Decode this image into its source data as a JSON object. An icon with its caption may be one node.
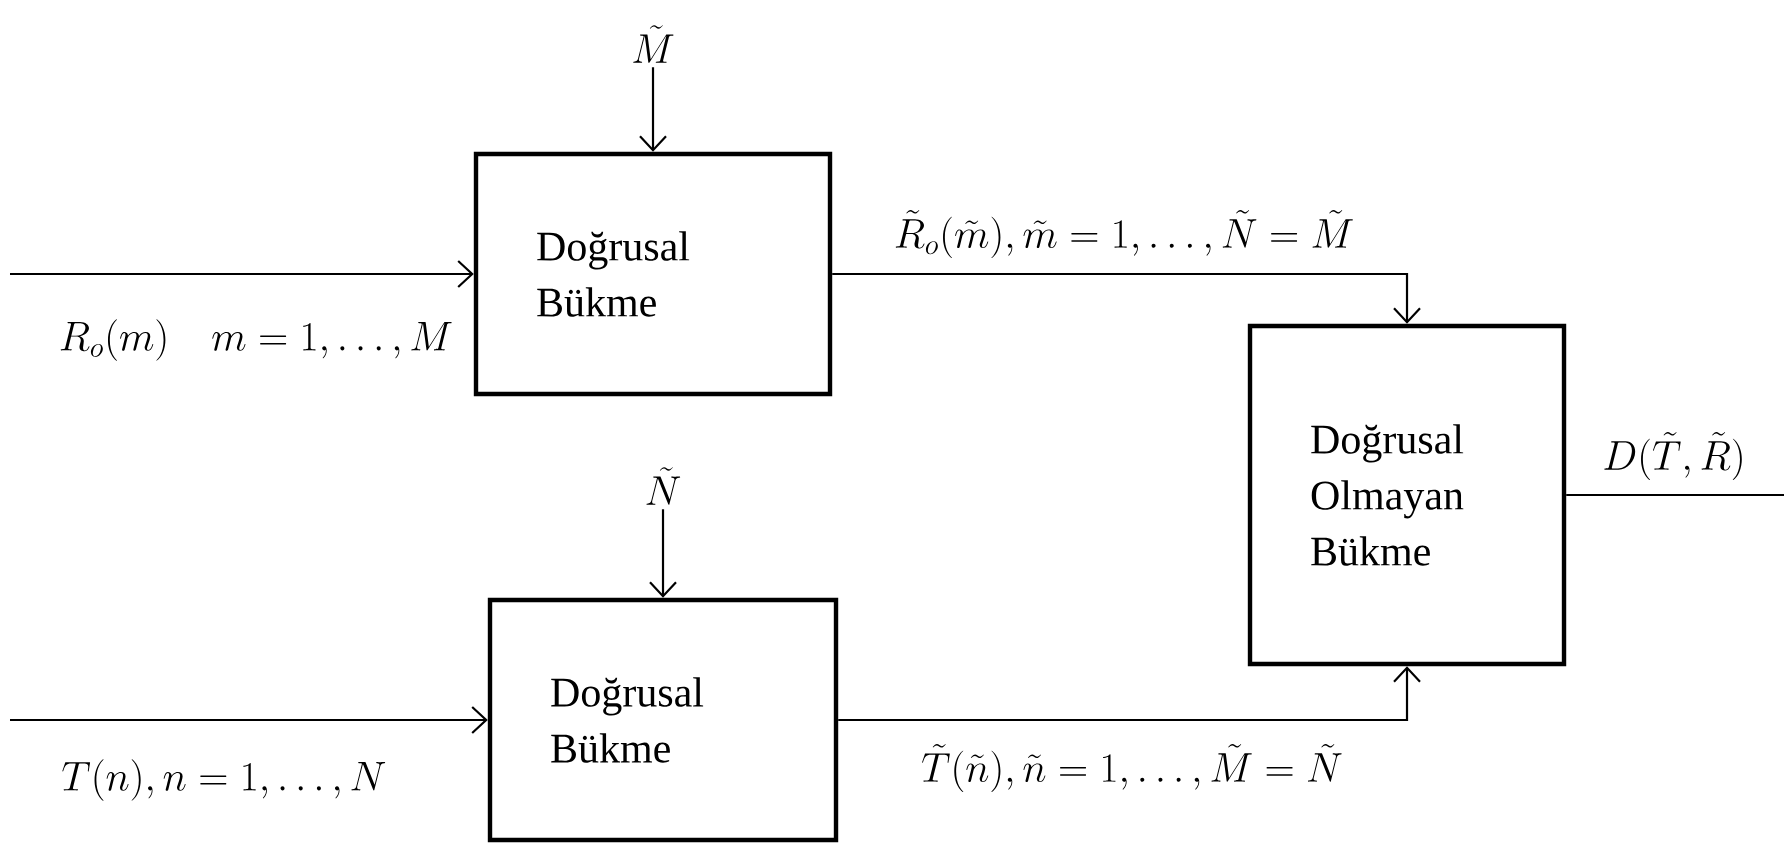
{
  "diagram": {
    "nodes": [
      {
        "text": [
          "Doğrusal Bükme"
        ]
      },
      {
        "text": [
          "Doğrusal Bükme"
        ]
      },
      {
        "text": [
          "Doğrusal Olmayan Bükme"
        ]
      },
      {
        "text": [
          "\\tilde{M}"
        ]
      },
      {
        "text": [
          "\\tilde{N}"
        ]
      }
    ],
    "edges": [
      {
        "from": null,
        "to": 0,
        "arrow": "to",
        "label": "R_o(m)\\quad m=1,\\ldots,M"
      },
      {
        "from": 3,
        "to": 0,
        "arrow": "to"
      },
      {
        "from": null,
        "to": 1,
        "arrow": "to",
        "label": "T(n),n=1,\\ldots,N"
      },
      {
        "from": 4,
        "to": 1,
        "arrow": "to"
      },
      {
        "from": 0,
        "to": 2,
        "arrow": "to",
        "label": "\\tilde{R}_o(\\tilde{m}),\\tilde{m}=1,\\ldots,\\tilde{N}=\\tilde{M}"
      },
      {
        "from": 1,
        "to": 2,
        "arrow": "to",
        "label": "\\tilde{T}(\\tilde{n}),\\tilde{n}=1,\\ldots,\\tilde{M}=\\tilde{N}"
      },
      {
        "from": 2,
        "to": null,
        "arrow": "none",
        "label": "D(\\tilde{T},\\tilde{R})"
      }
    ]
  }
}
